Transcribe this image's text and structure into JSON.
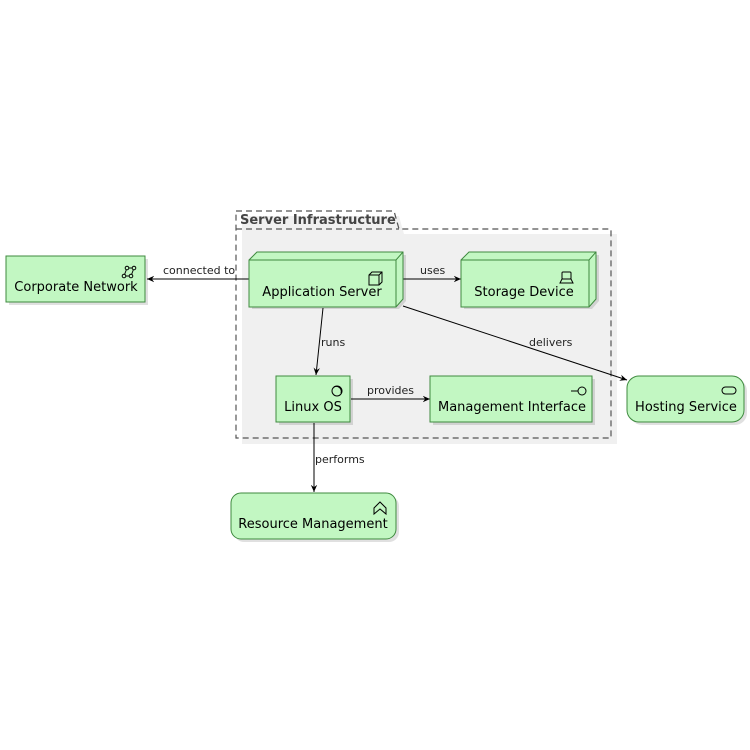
{
  "group": {
    "label": "Server Infrastructure"
  },
  "nodes": {
    "corporate_network": {
      "label": "Corporate Network",
      "icon": "network-icon"
    },
    "application_server": {
      "label": "Application Server",
      "icon": "device-icon"
    },
    "storage_device": {
      "label": "Storage Device",
      "icon": "storage-device-icon"
    },
    "linux_os": {
      "label": "Linux OS",
      "icon": "system-software-icon"
    },
    "management_interface": {
      "label": "Management Interface",
      "icon": "interface-icon"
    },
    "hosting_service": {
      "label": "Hosting Service",
      "icon": "service-icon"
    },
    "resource_management": {
      "label": "Resource Management",
      "icon": "function-icon"
    }
  },
  "edges": {
    "connected_to": "connected to",
    "uses": "uses",
    "runs": "runs",
    "delivers": "delivers",
    "provides": "provides",
    "performs": "performs"
  },
  "colors": {
    "node_fill": "#c2f7c2",
    "node_stroke": "#3f8a3f",
    "group_border": "#555555"
  }
}
